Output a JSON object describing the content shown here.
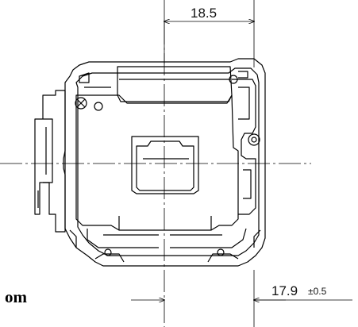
{
  "dimensions": {
    "top_width": "18.5",
    "bottom_offset": "17.9",
    "bottom_tolerance": "±0.5"
  },
  "view_label": "om"
}
